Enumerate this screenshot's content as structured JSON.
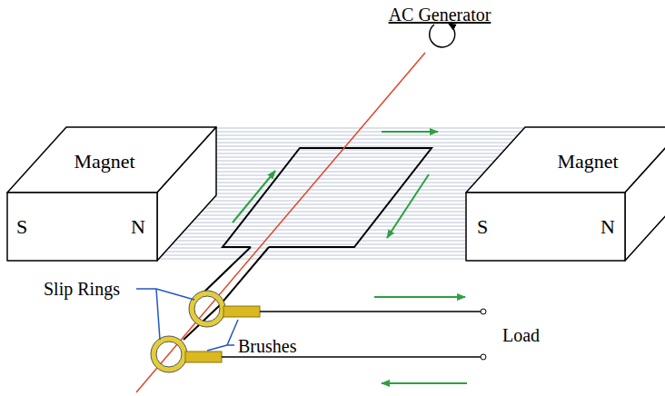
{
  "diagram": {
    "title": "AC Generator",
    "nodes": [
      {
        "text": [
          "Magnet",
          "S",
          "N"
        ]
      },
      {
        "text": [
          "Magnet",
          "S",
          "N"
        ]
      }
    ],
    "labels": [
      "Slip Rings",
      "Brushes",
      "Load"
    ]
  }
}
